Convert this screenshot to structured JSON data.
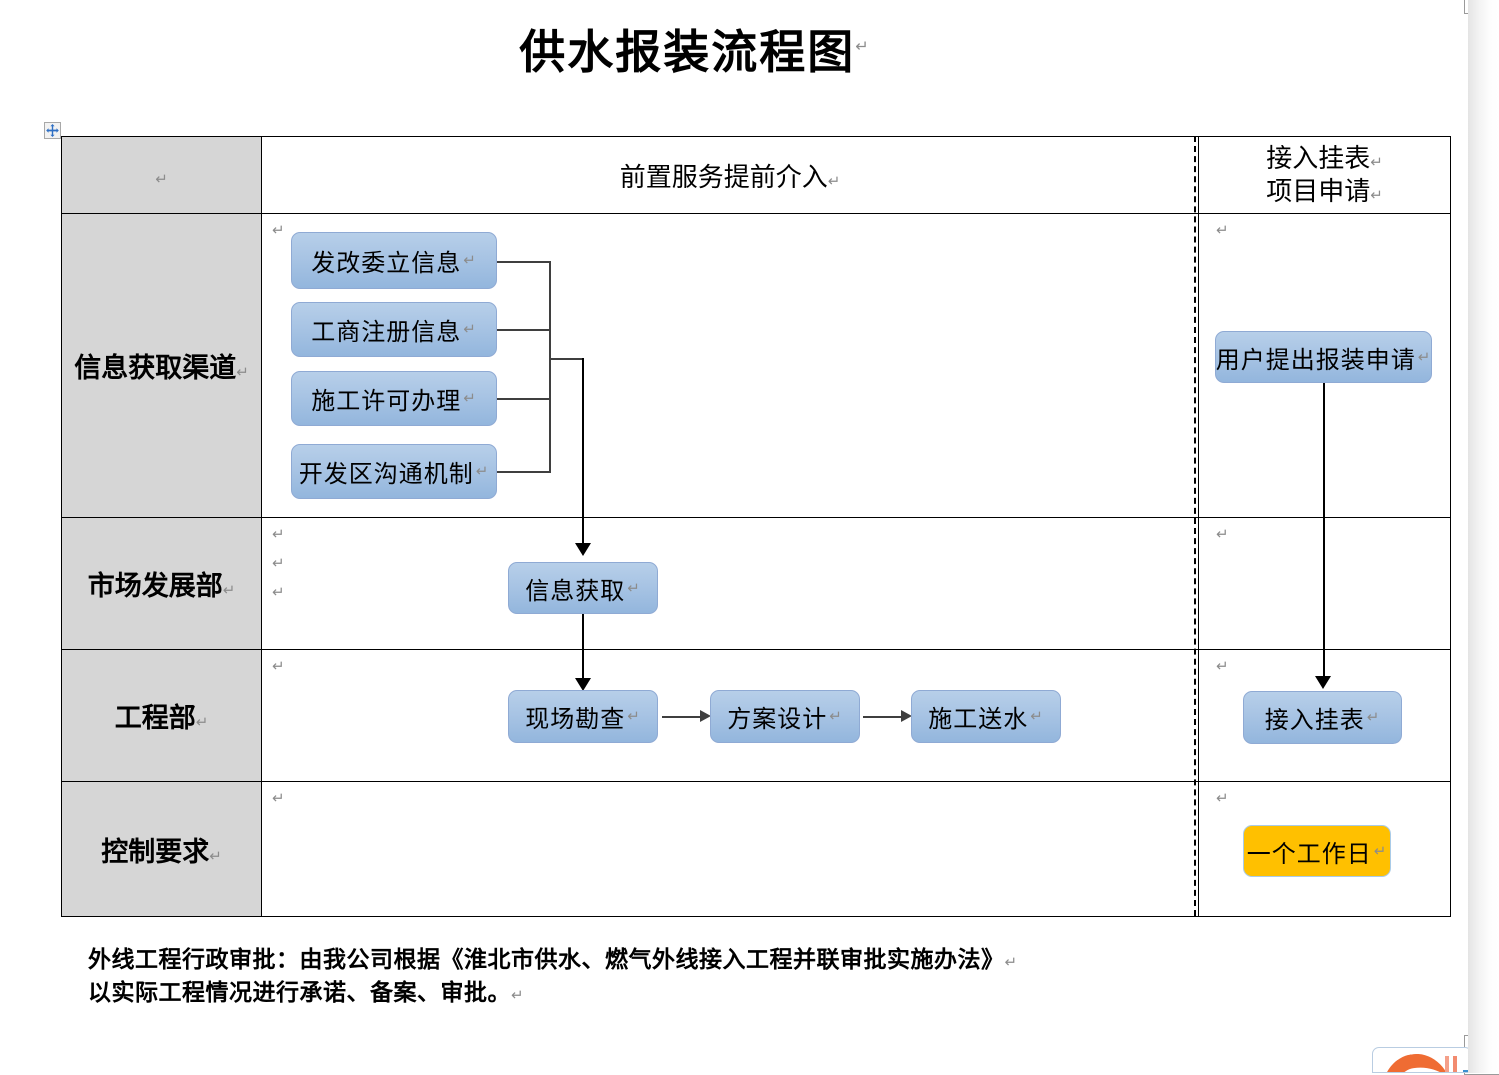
{
  "document": {
    "title": "供水报装流程图",
    "pilcrow": "↵"
  },
  "table": {
    "header": {
      "left_label": "",
      "center_label": "前置服务提前介入",
      "right_label_line1": "接入挂表",
      "right_label_line2": "项目申请"
    },
    "rows": [
      {
        "label": "信息获取渠道"
      },
      {
        "label": "市场发展部"
      },
      {
        "label": "工程部"
      },
      {
        "label": "控制要求"
      }
    ]
  },
  "nodes": {
    "source_1": "发改委立信息",
    "source_2": "工商注册信息",
    "source_3": "施工许可办理",
    "source_4": "开发区沟通机制",
    "info_collect": "信息获取",
    "site_survey": "现场勘查",
    "scheme_design": "方案设计",
    "construction_supply": "施工送水",
    "user_application": "用户提出报装申请",
    "connect_meter": "接入挂表",
    "control_duration": "一个工作日"
  },
  "footer": {
    "line1": "外线工程行政审批：由我公司根据《淮北市供水、燃气外线接入工程并联审批实施办法》",
    "line2": "以实际工程情况进行承诺、备案、审批。"
  },
  "colors": {
    "node_blue": "#A8C4E4",
    "node_blue_border": "#8FAAD4",
    "control_yellow": "#FFC000",
    "label_cell_gray": "#D6D6D6",
    "connector": "#3F3F3F",
    "border": "#000000"
  }
}
